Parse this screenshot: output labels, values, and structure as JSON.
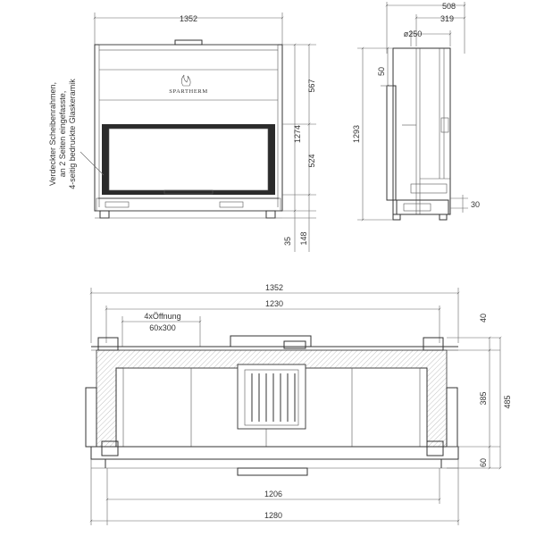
{
  "front_view": {
    "width_label": "1352",
    "height_upper_label": "567",
    "height_total_label": "1274",
    "glass_height_label": "524",
    "base_label_a": "35",
    "base_label_b": "148",
    "brand": "SPARTHERM",
    "side_note": [
      "Verdeckter Scheibenrahmen,",
      "an 2 Seiten eingefasste,",
      "4-seitig bedruckte Glaskeramik"
    ]
  },
  "side_view": {
    "depth_label": "508",
    "depth_inner_label": "319",
    "flue_label": "ø250",
    "top_offset_label": "50",
    "height_label": "1293",
    "foot_label": "30"
  },
  "plan_view": {
    "outer_width_label": "1352",
    "inner_width_label": "1230",
    "opening_label_line1": "4xÖffnung",
    "opening_label_line2": "60x300",
    "right_top_label": "40",
    "right_mid_label": "385",
    "right_total_label": "485",
    "right_bottom_label": "60",
    "bottom_inner_label": "1206",
    "bottom_outer_label": "1280"
  },
  "colors": {
    "line": "#333333",
    "dimension": "#666666",
    "background": "#ffffff"
  }
}
